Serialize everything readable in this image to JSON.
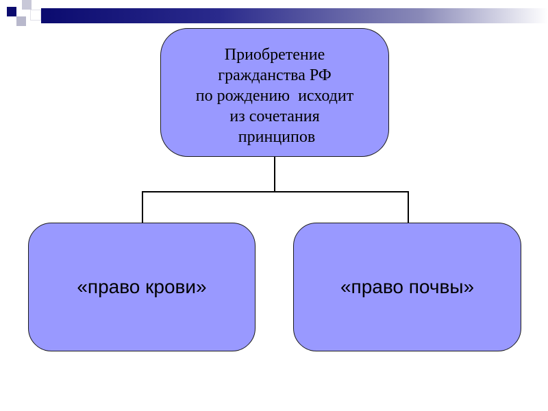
{
  "diagram": {
    "root": {
      "lines": [
        "Приобретение",
        "гражданства РФ",
        "по рождению  исходит",
        "из сочетания",
        " принципов"
      ]
    },
    "children": [
      {
        "label": "«право крови»"
      },
      {
        "label": "«право почвы»"
      }
    ]
  },
  "colors": {
    "node_fill": "#9999ff",
    "header_dark": "#0b0b6f"
  }
}
